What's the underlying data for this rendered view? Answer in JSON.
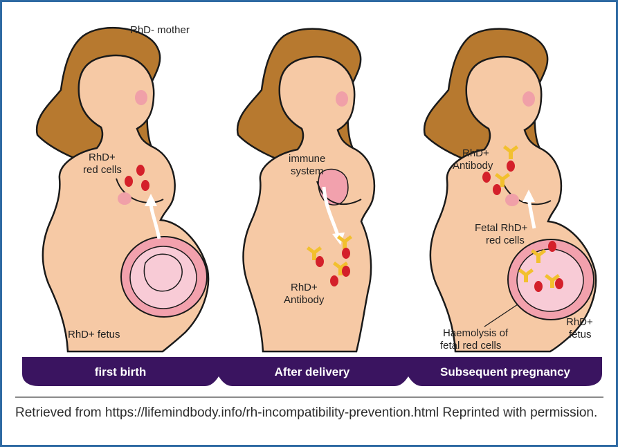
{
  "labels": {
    "mother": "RhD- mother",
    "panel1_cells": [
      "RhD+",
      "red cells"
    ],
    "panel1_fetus": "RhD+ fetus",
    "panel2_immune": [
      "immune",
      "system"
    ],
    "panel2_antibody": [
      "RhD+",
      "Antibody"
    ],
    "panel3_antibody": [
      "RhD+",
      "Antibody"
    ],
    "panel3_fetal_cells": [
      "Fetal RhD+",
      "red cells"
    ],
    "panel3_haemolysis": [
      "Haemolysis of",
      "fetal red cells"
    ],
    "panel3_fetus": [
      "RhD+",
      "fetus"
    ]
  },
  "stages": [
    "first birth",
    "After delivery",
    "Subsequent pregnancy"
  ],
  "caption": "Retrieved from https://lifemindbody.info/rh-incompatibility-prevention.html Reprinted with permission.",
  "colors": {
    "frame": "#2e6aa3",
    "skin": "#f6c9a5",
    "hair": "#b7792f",
    "bar": "#3a1460",
    "red_cell": "#d4202a",
    "antibody": "#f2c02e",
    "womb": "#f2a1ad",
    "fetus": "#f8cbd6"
  }
}
